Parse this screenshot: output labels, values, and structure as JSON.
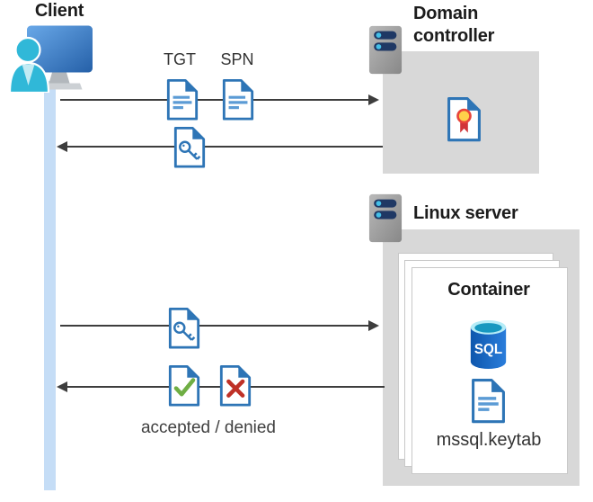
{
  "labels": {
    "client": "Client",
    "domain_controller": "Domain controller",
    "linux_server": "Linux server",
    "container": "Container",
    "tgt": "TGT",
    "spn": "SPN",
    "sql": "SQL",
    "keytab": "mssql.keytab",
    "accepted_denied": "accepted / denied"
  },
  "icons": {
    "client": "user-workstation-icon",
    "server": "server-icon",
    "certificate": "certificate-document-icon",
    "ticket": "document-text-icon",
    "key": "document-key-icon",
    "accepted": "document-check-icon",
    "denied": "document-x-icon",
    "sql": "sql-database-icon"
  },
  "colors": {
    "doc_border_blue": "#2e75b6",
    "doc_line_blue": "#5b9bd5",
    "arrow_gray": "#3d3d3d",
    "panel_gray": "#d8d8d8",
    "client_timeline_blue": "#c5ddf6",
    "server_pill_navy": "#1f3864",
    "server_dot_cyan": "#44c0e8",
    "check_green": "#6fae44",
    "denied_red": "#bf3127",
    "sql_body_blue": "#1464c4",
    "sql_top_cyan": "#b5ecf7",
    "person_cyan": "#30b8d8",
    "cert_badge_yellow": "#ffd24a",
    "cert_ribbon_red": "#d13438"
  }
}
